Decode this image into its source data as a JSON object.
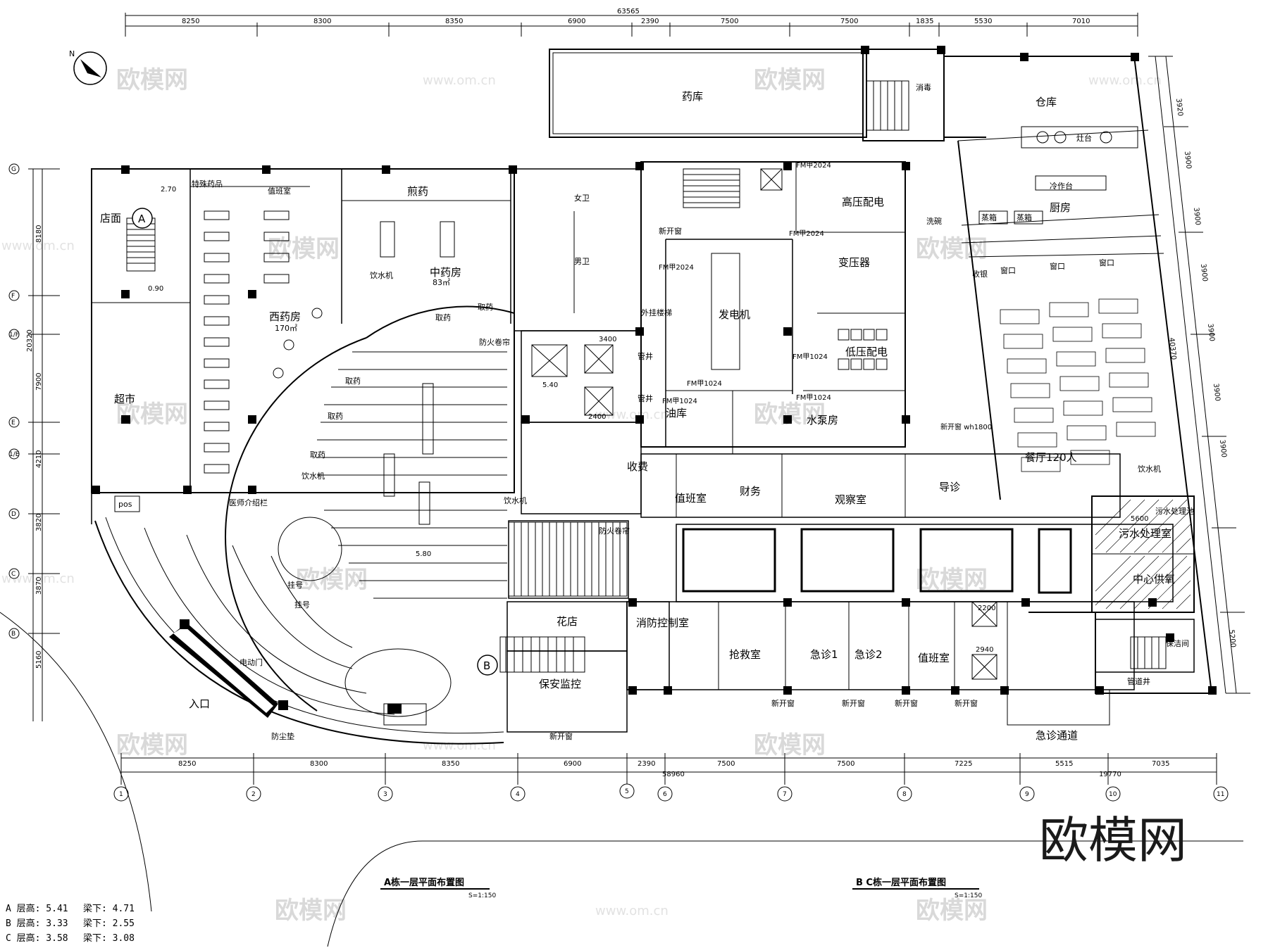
{
  "dimensions": {
    "top_total": "63565",
    "top": [
      "8250",
      "8300",
      "8350",
      "6900",
      "2390",
      "7500",
      "7500",
      "1835",
      "5530",
      "7010"
    ],
    "bottom": [
      "8250",
      "8300",
      "8350",
      "6900",
      "2390",
      "7500",
      "7500",
      "7225",
      "5515",
      "7035"
    ],
    "bottom_total": "58960",
    "bottom_right_total": "19770",
    "left": [
      "8180",
      "7900",
      "4210",
      "3820",
      "3870",
      "5160"
    ],
    "left_total": "20320",
    "right": [
      "3920",
      "3900",
      "3900",
      "3900",
      "3900",
      "3900",
      "3900",
      "5200"
    ],
    "right_total": "40370"
  },
  "axes": {
    "bottom": [
      "1",
      "2",
      "3",
      "4",
      "5",
      "6",
      "7",
      "8",
      "9",
      "10",
      "11"
    ],
    "left": [
      "G",
      "F",
      "1/F",
      "E",
      "1/E",
      "D",
      "C",
      "B"
    ]
  },
  "rooms": {
    "pharmacy_store": "药库",
    "warehouse": "仓库",
    "disinfection": "消毒",
    "stove": "灶台",
    "cold_table": "冷作台",
    "kitchen": "厨房",
    "steam_cabinet_1": "蒸箱",
    "steam_cabinet_2": "蒸箱",
    "wash_bowl": "洗碗",
    "receipt": "收银",
    "window": "窗口",
    "canteen": "餐厅120人",
    "shop": "店面",
    "supermarket": "超市",
    "special_drugs": "特殊药品",
    "duty_room_a": "值班室",
    "western_pharmacy": "西药房",
    "western_pharmacy_area": "170㎡",
    "decoction": "煎药",
    "tcm_pharmacy": "中药房",
    "tcm_pharmacy_area": "83㎡",
    "water_dispenser": "饮水机",
    "take_medicine": "取药",
    "female_wc": "女卫",
    "male_wc": "男卫",
    "high_voltage": "高压配电",
    "transformer": "变压器",
    "generator": "发电机",
    "low_voltage": "低压配电",
    "oil_store": "油库",
    "pump_room": "水泵房",
    "external_stairs": "外挂楼梯",
    "pipe_shaft": "管井",
    "fire_shutter": "防火卷帘",
    "cashier": "收费",
    "duty_room_b": "值班室",
    "finance": "财务",
    "observation": "观察室",
    "guidance": "导诊",
    "sewage_tank": "污水处理池",
    "sewage_room": "污水处理室",
    "oxygen": "中心供氧",
    "cleaning": "保洁间",
    "shaft": "管道井",
    "flower_shop": "花店",
    "fire_control": "消防控制室",
    "rescue": "抢救室",
    "emergency_1": "急诊1",
    "emergency_2": "急诊2",
    "duty_room_c": "值班室",
    "security": "保安监控",
    "emergency_passage": "急诊通道",
    "doctor_intro": "医师介绍栏",
    "register_1": "挂号",
    "register_2": "挂号",
    "auto_door": "电动门",
    "entrance": "入口",
    "dust_mat": "防尘垫",
    "pos": "pos",
    "new_window": "新开窗",
    "new_door": "新开窗"
  },
  "door_tags": [
    "FM甲2024",
    "FM甲2024",
    "FM甲2024",
    "FM甲1024",
    "FM甲1024",
    "FM甲1024",
    "FM甲1024"
  ],
  "small_labels": {
    "level_1": "2.70",
    "level_2": "0.90",
    "level_3": "5.40",
    "level_4": "5.80",
    "lift_1": "3400",
    "lift_2": "2400",
    "lift_3": "2200",
    "lift_4": "2940",
    "new_opening": "新开窗 wh1800",
    "sewage_dim": "5600"
  },
  "markers": {
    "stair_a": "A",
    "stair_b": "B"
  },
  "titles": {
    "a_plan": "A栋一层平面布置图",
    "a_scale": "S=1:150",
    "bc_plan": "B C栋一层平面布置图",
    "bc_scale": "S=1:150"
  },
  "legend": [
    {
      "label": "A 层高: 5.41",
      "beam": "梁下: 4.71"
    },
    {
      "label": "B 层高: 3.33",
      "beam": "梁下: 2.55"
    },
    {
      "label": "C 层高: 3.58",
      "beam": "梁下: 3.08"
    }
  ],
  "watermark": {
    "text": "欧模网",
    "url": "www.om.cn"
  },
  "brand": "欧模网",
  "north": "N"
}
